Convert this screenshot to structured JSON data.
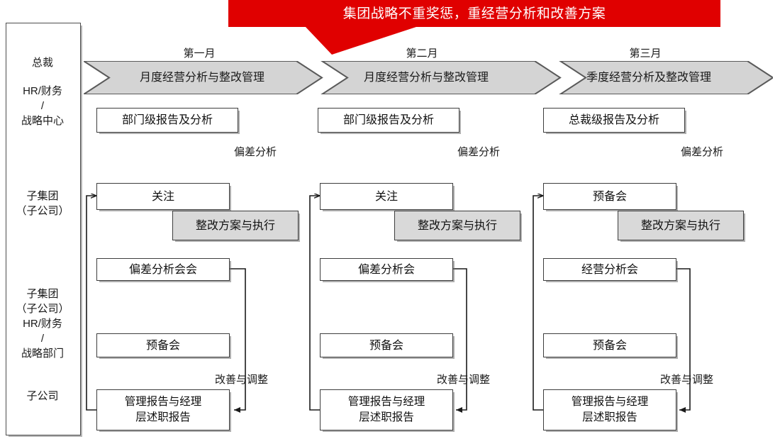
{
  "banner": {
    "text": "集团战略不重奖惩，重经营分析和改善方案",
    "color": "#e00000"
  },
  "roles": [
    {
      "name": "role-president",
      "text": "总裁"
    },
    {
      "name": "role-hr-finance-strategy-center",
      "text": "HR/财务\n/\n战略中心"
    },
    {
      "name": "role-subgroup-subsidiary",
      "text": "子集团\n（子公司）"
    },
    {
      "name": "role-subgroup-hr-finance-strategy-dept",
      "text": "子集团\n（子公司）\nHR/财务\n/\n战略部门"
    },
    {
      "name": "role-subsidiary",
      "text": "子公司"
    }
  ],
  "columns": [
    {
      "month_label": "第一月",
      "phase": "月度经营分析与整改管理",
      "report_box": "部门级报告及分析",
      "deviation_label": "偏差分析",
      "focus_box": "关注",
      "rectify_box": "整改方案与执行",
      "meeting_box": "偏差分析会会",
      "prep_box": "预备会",
      "improve_label": "改善与调整",
      "summary_box": "管理报告与经理\n层述职报告"
    },
    {
      "month_label": "第二月",
      "phase": "月度经营分析与整改管理",
      "report_box": "部门级报告及分析",
      "deviation_label": "偏差分析",
      "focus_box": "关注",
      "rectify_box": "整改方案与执行",
      "meeting_box": "偏差分析会",
      "prep_box": "预备会",
      "improve_label": "改善与调整",
      "summary_box": "管理报告与经理\n层述职报告"
    },
    {
      "month_label": "第三月",
      "phase": "季度经营分析及整改管理",
      "report_box": "总裁级报告及分析",
      "deviation_label": "偏差分析",
      "focus_box": "预备会",
      "rectify_box": "整改方案与执行",
      "meeting_box": "经营分析会",
      "prep_box": "预备会",
      "improve_label": "改善与调整",
      "summary_box": "管理报告与经理\n层述职报告"
    }
  ],
  "palette": {
    "chevron_fill": "#d4d4d4",
    "chevron_stroke": "#5a5a5a",
    "box_stroke": "#3d3d3d",
    "grey_box_fill": "#d9d9d9",
    "connector": "#1a1a1a"
  }
}
